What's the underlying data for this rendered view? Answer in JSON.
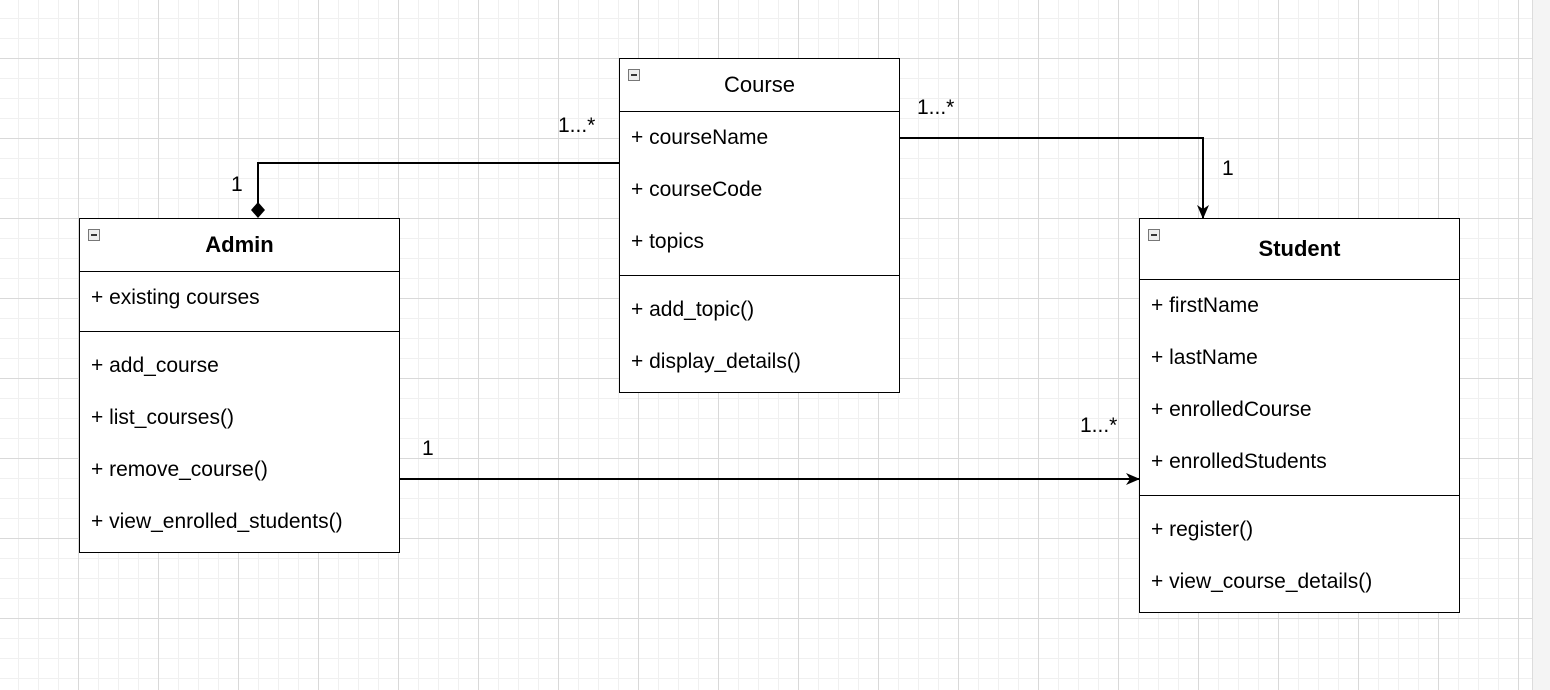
{
  "classes": {
    "course": {
      "name": "Course",
      "attributes": [
        "+ courseName",
        "+ courseCode",
        "+ topics"
      ],
      "methods": [
        "+ add_topic()",
        "+ display_details()"
      ]
    },
    "admin": {
      "name": "Admin",
      "attributes": [
        "+ existing courses"
      ],
      "methods": [
        "+ add_course",
        "+ list_courses()",
        "+ remove_course()",
        "+ view_enrolled_students()"
      ]
    },
    "student": {
      "name": "Student",
      "attributes": [
        "+ firstName",
        "+ lastName",
        "+ enrolledCourse",
        "+ enrolledStudents"
      ],
      "methods": [
        "+ register()",
        "+ view_course_details()"
      ]
    }
  },
  "associations": {
    "admin_course": {
      "source": "Admin",
      "target": "Course",
      "type": "composition",
      "source_multiplicity": "1",
      "target_multiplicity": "1...*"
    },
    "course_student": {
      "source": "Course",
      "target": "Student",
      "type": "directed-association",
      "source_multiplicity": "1...*",
      "target_multiplicity": "1"
    },
    "admin_student": {
      "source": "Admin",
      "target": "Student",
      "type": "directed-association",
      "source_multiplicity": "1",
      "target_multiplicity": "1...*"
    }
  },
  "icons": {
    "collapse": "collapse-minus-icon"
  },
  "colors": {
    "line": "#000000",
    "grid": "#d9d9d9"
  }
}
